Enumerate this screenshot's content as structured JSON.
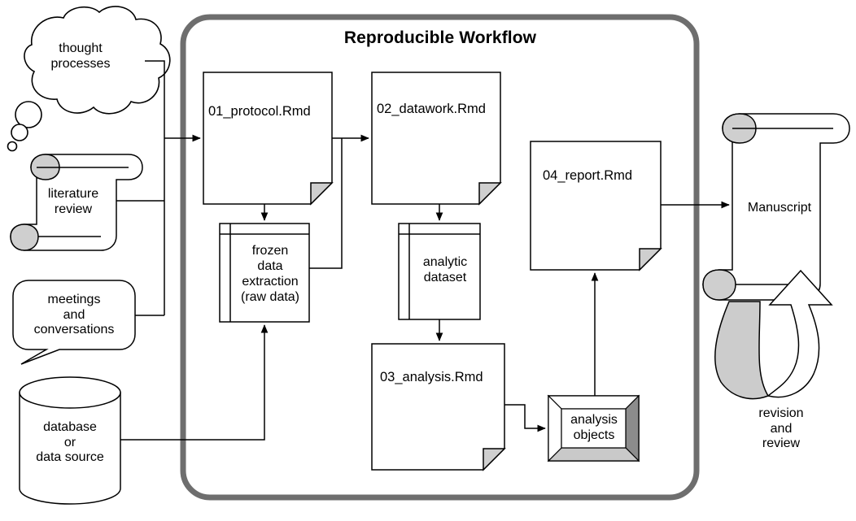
{
  "diagram": {
    "title": "Reproducible Workflow",
    "colors": {
      "container_stroke": "#6e6e6e",
      "shape_stroke": "#000000",
      "shape_fill": "#ffffff",
      "accent_gray": "#cccccc",
      "fold_fill": "#d0d0d0",
      "bevel_dark": "#8c8c8c",
      "bevel_light": "#d9d9d9",
      "background": "#ffffff"
    },
    "inputs": [
      {
        "id": "thought",
        "label": "thought\nprocesses",
        "shape": "thought-cloud"
      },
      {
        "id": "literature",
        "label": "literature\nreview",
        "shape": "scroll"
      },
      {
        "id": "meetings",
        "label": "meetings\nand\nconversations",
        "shape": "speech-bubble"
      },
      {
        "id": "database",
        "label": "database\nor\ndata source",
        "shape": "cylinder"
      }
    ],
    "documents": [
      {
        "id": "protocol",
        "label": "01_protocol.Rmd",
        "shape": "document-folded"
      },
      {
        "id": "datawork",
        "label": "02_datawork.Rmd",
        "shape": "document-folded"
      },
      {
        "id": "analysis",
        "label": "03_analysis.Rmd",
        "shape": "document-folded"
      },
      {
        "id": "report",
        "label": "04_report.Rmd",
        "shape": "document-folded"
      }
    ],
    "datastores": [
      {
        "id": "frozen",
        "label": "frozen\ndata\nextraction\n(raw data)",
        "shape": "internal-storage"
      },
      {
        "id": "analytic",
        "label": "analytic\ndataset",
        "shape": "internal-storage"
      }
    ],
    "objects": [
      {
        "id": "analysis-objects",
        "label": "analysis\nobjects",
        "shape": "beveled-box"
      }
    ],
    "outputs": [
      {
        "id": "manuscript",
        "label": "Manuscript",
        "shape": "scroll"
      }
    ],
    "loop": {
      "id": "revision",
      "label": "revision\nand\nreview",
      "shape": "u-turn-arrow"
    }
  }
}
